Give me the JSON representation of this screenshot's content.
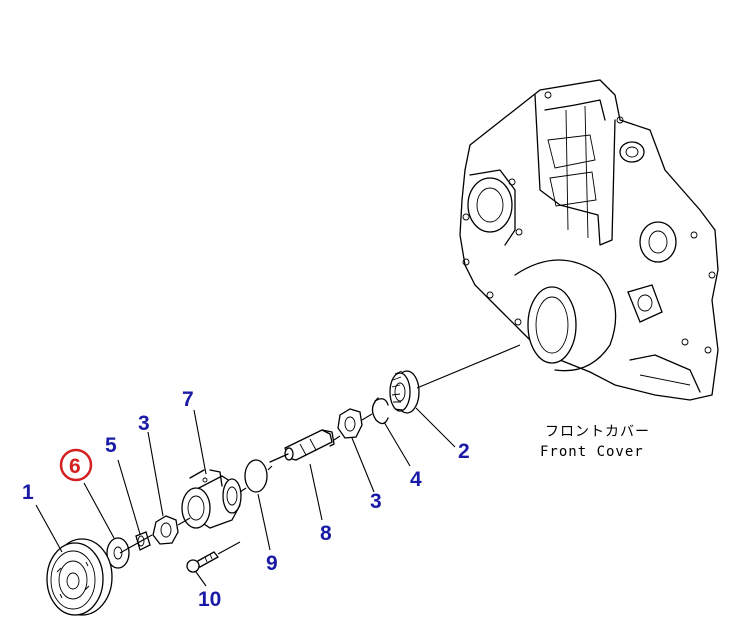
{
  "callouts": [
    {
      "id": "1",
      "label": "1"
    },
    {
      "id": "2",
      "label": "2"
    },
    {
      "id": "3a",
      "label": "3"
    },
    {
      "id": "3b",
      "label": "3"
    },
    {
      "id": "4",
      "label": "4"
    },
    {
      "id": "5",
      "label": "5"
    },
    {
      "id": "6",
      "label": "6",
      "highlighted": true
    },
    {
      "id": "7",
      "label": "7"
    },
    {
      "id": "8",
      "label": "8"
    },
    {
      "id": "9",
      "label": "9"
    },
    {
      "id": "10",
      "label": "10"
    }
  ],
  "caption": {
    "jp": "フロントカバー",
    "en": "Front Cover"
  },
  "colors": {
    "callout": "#1a1aa6",
    "highlight": "#d42020",
    "line": "#000000"
  }
}
